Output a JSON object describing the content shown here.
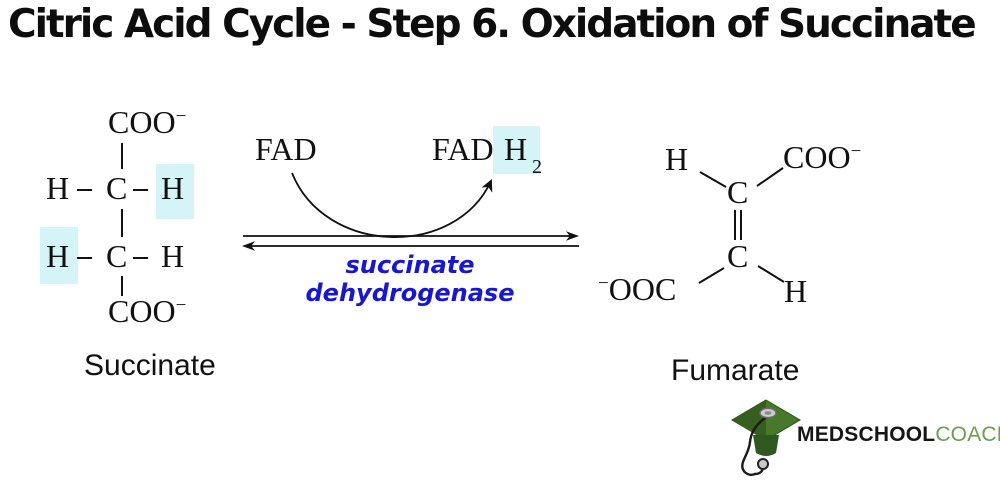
{
  "title": "Citric Acid Cycle - Step 6. Oxidation of Succinate",
  "molecules": {
    "succinate": {
      "label": "Succinate",
      "coo_top": "COO",
      "coo_top_charge": "−",
      "row1_h_left": "H",
      "row1_c": "C",
      "row1_h_right": "H",
      "row2_h_left": "H",
      "row2_c": "C",
      "row2_h_right": "H",
      "coo_bottom": "COO",
      "coo_bottom_charge": "−"
    },
    "fumarate": {
      "label": "Fumarate",
      "h_top": "H",
      "c_top": "C",
      "coo_top": "COO",
      "coo_top_charge": "−",
      "ooc_bottom_charge": "−",
      "ooc_bottom": "OOC",
      "c_bottom": "C",
      "h_bottom": "H"
    }
  },
  "reaction": {
    "cofactor_substrate": "FAD",
    "cofactor_product_prefix": "FAD",
    "cofactor_product_h": "H",
    "cofactor_product_subscript": "2",
    "enzyme_line1": "succinate",
    "enzyme_line2": "dehydrogenase"
  },
  "logo": {
    "brand_black": "MEDSCHOOL",
    "brand_green": "COACH"
  },
  "colors": {
    "highlight_cyan": "#d5f4f8",
    "enzyme_blue": "#1717cf",
    "brand_green": "#6f9c51",
    "cap_green_light": "#47792a",
    "cap_green_dark": "#365e1f",
    "ink_black": "#111111"
  }
}
